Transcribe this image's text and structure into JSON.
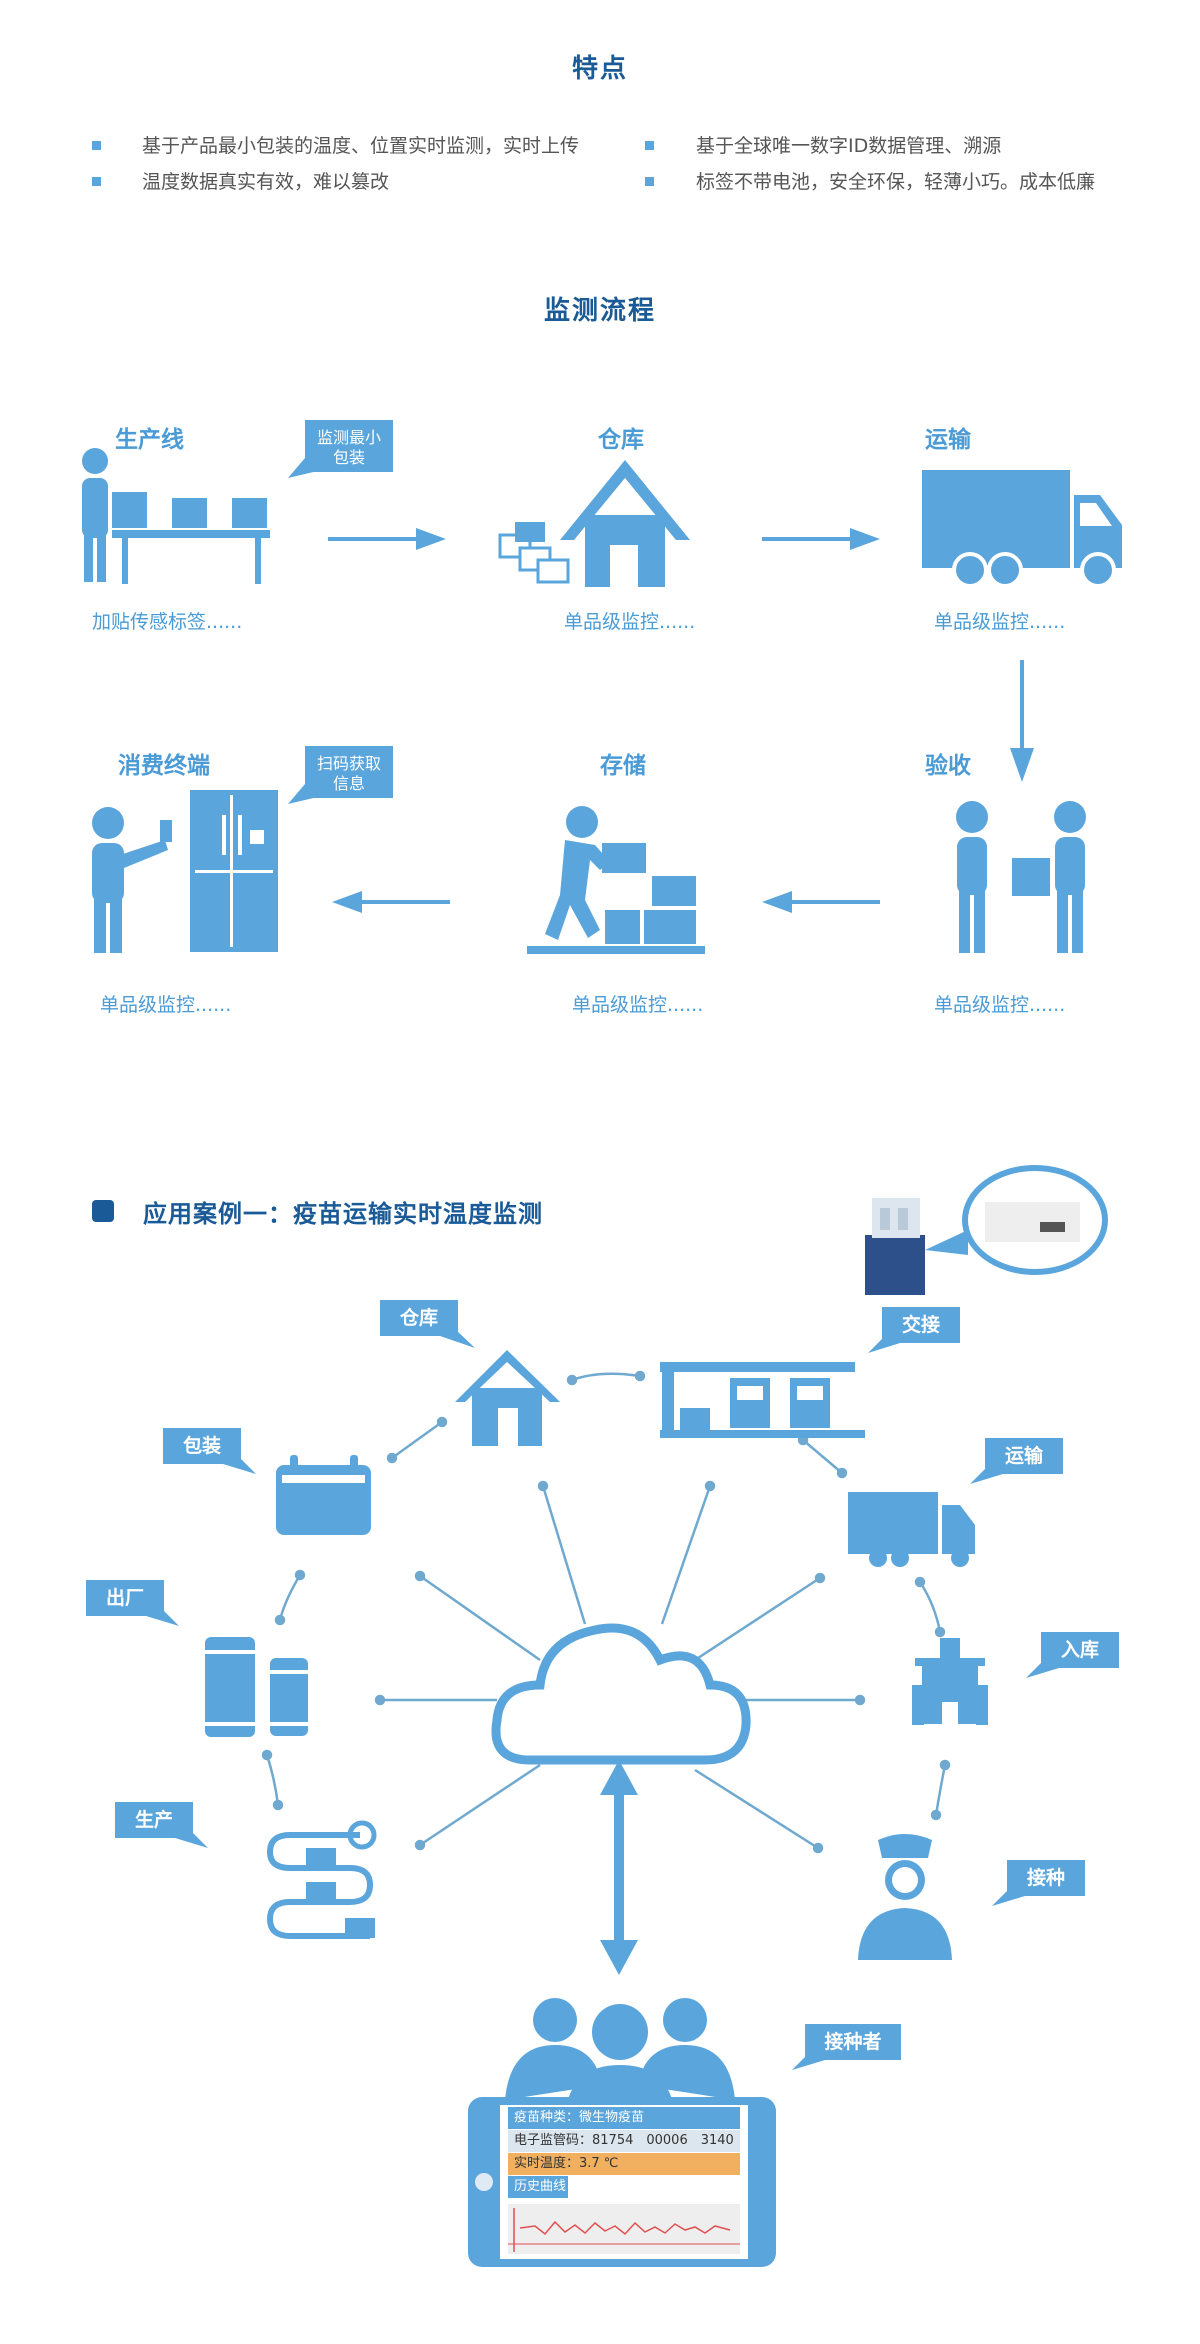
{
  "features": {
    "title": "特点",
    "items": [
      "基于产品最小包装的温度、位置实时监测，实时上传",
      "基于全球唯一数字ID数据管理、溯源",
      "温度数据真实有效，难以篡改",
      "标签不带电池，安全环保，轻薄小巧。成本低廉"
    ]
  },
  "process": {
    "title": "监测流程",
    "steps": [
      {
        "title": "生产线",
        "caption": "加贴传感标签......",
        "bubble": "监测最小包装"
      },
      {
        "title": "仓库",
        "caption": "单品级监控......"
      },
      {
        "title": "运输",
        "caption": "单品级监控......"
      },
      {
        "title": "验收",
        "caption": "单品级监控......"
      },
      {
        "title": "存储",
        "caption": "单品级监控......"
      },
      {
        "title": "消费终端",
        "caption": "单品级监控......",
        "bubble": "扫码获取信息"
      }
    ]
  },
  "case": {
    "title": "应用案例一：疫苗运输实时温度监测",
    "nodes": [
      "仓库",
      "交接",
      "运输",
      "入库",
      "接种",
      "接种者",
      "生产",
      "出厂",
      "包装"
    ],
    "screen": {
      "vaccine_type": "疫苗种类：微生物疫苗",
      "code": "电子监管码：81754　00006　3140",
      "temperature": "实时温度：3.7 ℃",
      "history": "历史曲线："
    }
  },
  "colors": {
    "accent": "#5aa5dc",
    "title": "#1a5a96",
    "highlight": "#f0b060"
  }
}
